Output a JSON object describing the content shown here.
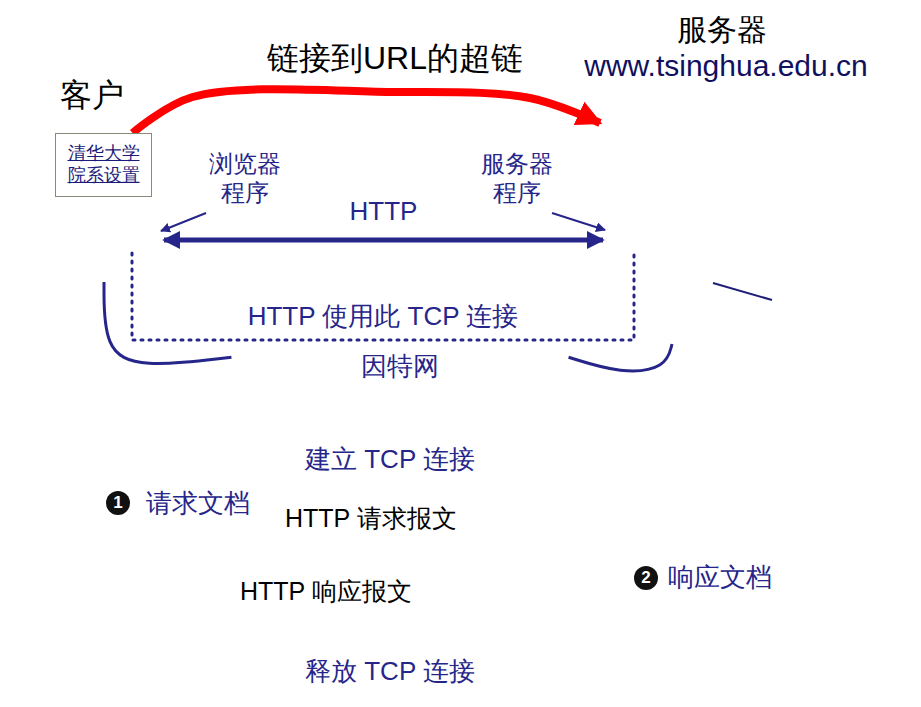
{
  "diagram": {
    "nodes": [
      {
        "text": [
          "客户"
        ]
      },
      {
        "text": [
          "清华大学 院系设置"
        ],
        "in": 0
      },
      {
        "text": [
          "浏览器 程序"
        ],
        "in": 0
      },
      {
        "text": [
          "服务器",
          "www.tsinghua.edu.cn"
        ]
      },
      {
        "text": [
          "服务器 程序"
        ],
        "in": 3
      },
      {
        "text": [
          "因特网"
        ]
      },
      {
        "text": [
          "HTTP 请求报文"
        ]
      },
      {
        "text": [
          "HTTP 响应报文"
        ]
      }
    ],
    "edges": [
      {
        "from": 1,
        "to": 3,
        "arrow": "to",
        "label": "链接到URL的超链"
      },
      {
        "from": 2,
        "to": 4,
        "arrow": "both",
        "label": "HTTP"
      },
      {
        "from": 2,
        "to": 4,
        "arrow": "none",
        "label": "HTTP 使用此 TCP 连接"
      },
      {
        "from": 0,
        "to": 5,
        "arrow": "none"
      },
      {
        "from": 3,
        "to": 5,
        "arrow": "none"
      }
    ],
    "labels": [
      "建立 TCP 连接",
      "1",
      "请求文档",
      "2",
      "响应文档",
      "释放 TCP 连接"
    ]
  }
}
